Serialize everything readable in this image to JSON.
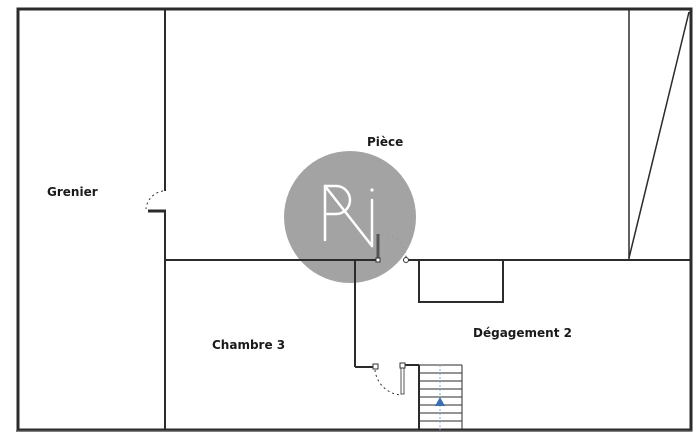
{
  "floorplan": {
    "rooms": [
      {
        "id": "grenier",
        "label": "Grenier"
      },
      {
        "id": "piece",
        "label": "Pièce"
      },
      {
        "id": "chambre3",
        "label": "Chambre 3"
      },
      {
        "id": "degagement2",
        "label": "Dégagement 2"
      }
    ],
    "logo": {
      "text": "PRi",
      "background": "#9e9e9e",
      "stroke": "#ffffff"
    },
    "stairs": {
      "direction": "up",
      "arrow_color": "#3a6fb0"
    },
    "colors": {
      "wall": "#2b2b2b",
      "background": "#ffffff"
    }
  }
}
